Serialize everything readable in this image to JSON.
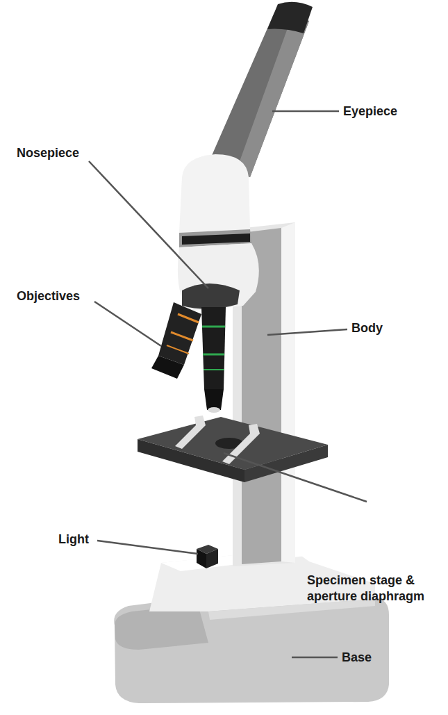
{
  "diagram": {
    "labels": [
      "Eyepiece",
      "Nosepiece",
      "Objectives",
      "Body",
      "Specimen stage & aperture diaphragm",
      "Light",
      "Base"
    ]
  }
}
